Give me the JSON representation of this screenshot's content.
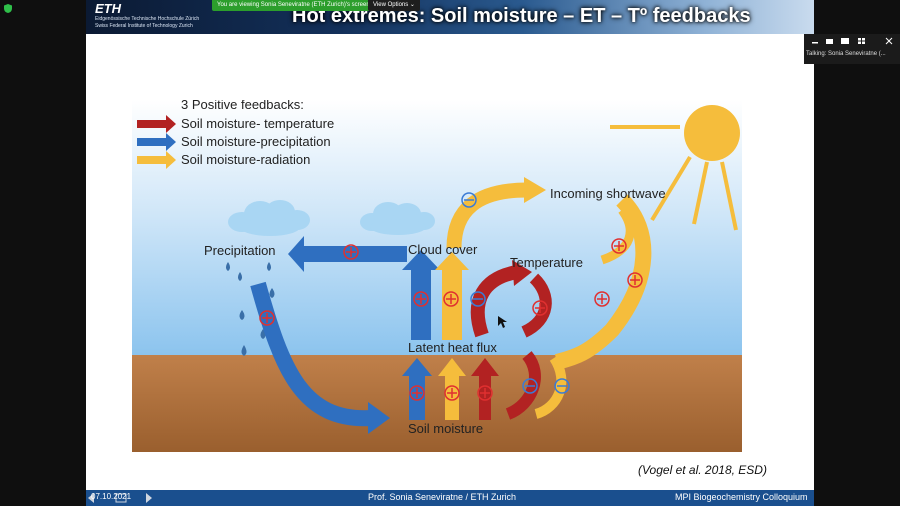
{
  "zoom": {
    "share_banner": "You are viewing Sonia Seneviratne (ETH Zurich)'s screen",
    "view_options": "View Options",
    "talking": "Talking: Sonia Seneviratne (..."
  },
  "slide": {
    "logo": "ETH",
    "institution_de": "Eidgenössische Technische Hochschule Zürich",
    "institution_en": "Swiss Federal Institute of Technology Zurich",
    "title": "Hot extremes: Soil moisture – ET – Tº feedbacks",
    "legend_title": "3 Positive feedbacks:",
    "legend": [
      {
        "label": "Soil moisture- temperature",
        "color": "#b22222"
      },
      {
        "label": "Soil moisture-precipitation",
        "color": "#2f6fc0"
      },
      {
        "label": "Soil moisture-radiation",
        "color": "#f5bd3c"
      }
    ],
    "labels": {
      "precipitation": "Precipitation",
      "cloud_cover": "Cloud cover",
      "incoming_shortwave": "Incoming shortwave",
      "temperature": "Temperature",
      "latent_heat_flux": "Latent heat flux",
      "soil_moisture": "Soil moisture"
    },
    "citation": "(Vogel et al. 2018, ESD)",
    "footer_date": "07.10.2021",
    "footer_presenter": "Prof. Sonia Seneviratne / ETH Zurich",
    "footer_event": "MPI Biogeochemistry Colloquium",
    "colors": {
      "sky": "#9fcdf0",
      "soil": "#b5733a",
      "red": "#b22222",
      "blue": "#2f6fc0",
      "yellow": "#f5bd3c",
      "sun": "#f5bd3c"
    }
  }
}
